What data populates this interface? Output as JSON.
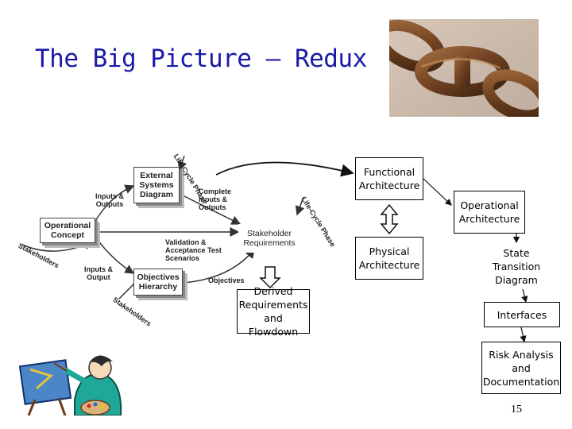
{
  "slide": {
    "title": "The Big Picture – Redux",
    "page_number": "15"
  },
  "boxes": {
    "functional": "Functional Architecture",
    "operational": "Operational Architecture",
    "physical": "Physical Architecture",
    "state": "State Transition Diagram",
    "derived": "Derived Requirements and Flowdown",
    "interfaces": "Interfaces",
    "risk": "Risk Analysis and Documentation"
  },
  "diagram": {
    "external_systems": "External Systems Diagram",
    "operational_concept": "Operational Concept",
    "stakeholder_requirements": "Stakeholder Requirements",
    "objectives_hierarchy": "Objectives Hierarchy",
    "inputs_outputs_top": "Inputs & Outputs",
    "inputs_outputs_bottom": "Inputs & Output",
    "complete_io": "Complete Inputs & Outputs",
    "validation": "Validation & Acceptance Test Scenarios",
    "objectives": "Objectives",
    "lifecycle_phase_1": "Life-Cycle Phase",
    "lifecycle_phase_2": "Life-Cycle Phase",
    "stakeholders_1": "Stakeholders",
    "stakeholders_2": "Stakeholders"
  }
}
